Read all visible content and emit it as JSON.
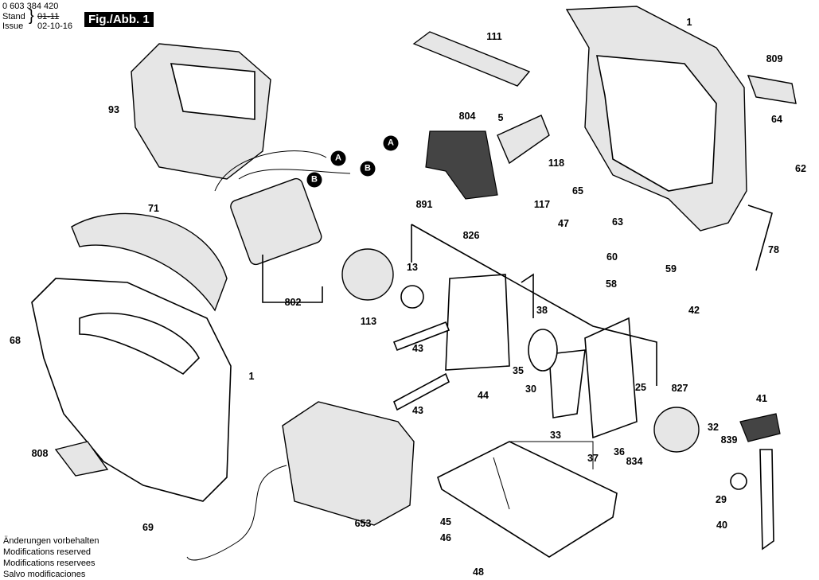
{
  "header": {
    "part_number": "0 603 384 420",
    "stand_label": "Stand",
    "issue_label": "Issue",
    "stand_value_struck": "01-11",
    "issue_value": "02-10-16",
    "figure_label": "Fig./Abb. 1"
  },
  "notes": [
    "Änderungen vorbehalten",
    "Modifications reserved",
    "Modifications reservees",
    "Salvo modificaciones"
  ],
  "connectors": [
    "A",
    "B",
    "A",
    "B"
  ],
  "part_labels": [
    "1",
    "111",
    "809",
    "93",
    "804",
    "5",
    "64",
    "118",
    "62",
    "891",
    "117",
    "65",
    "71",
    "47",
    "63",
    "826",
    "13",
    "60",
    "78",
    "59",
    "58",
    "802",
    "113",
    "38",
    "42",
    "68",
    "1",
    "43",
    "35",
    "30",
    "44",
    "25",
    "827",
    "41",
    "43",
    "33",
    "32",
    "839",
    "808",
    "36",
    "834",
    "37",
    "29",
    "69",
    "653",
    "45",
    "40",
    "46",
    "48"
  ],
  "colors": {
    "ink": "#000000",
    "background": "#ffffff",
    "shading": "#e6e6e6"
  }
}
